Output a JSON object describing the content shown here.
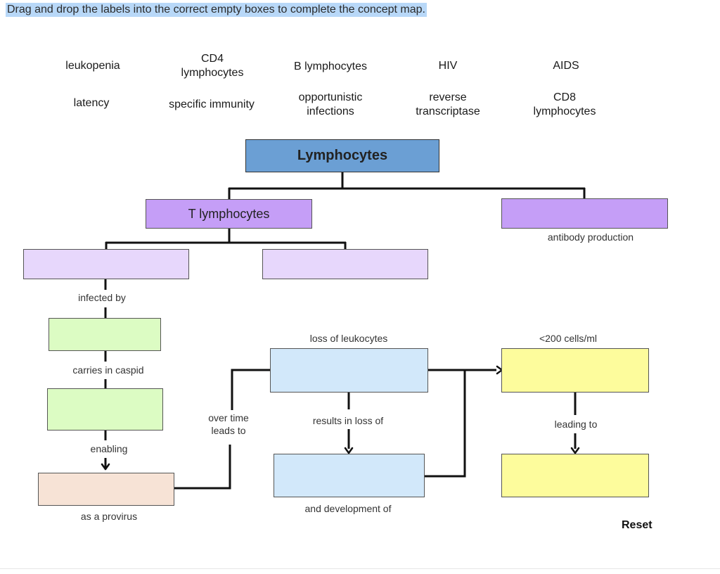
{
  "instruction": "Drag and drop the labels into the correct empty boxes to complete the concept map.",
  "labels": [
    "leukopenia",
    "CD4\nlymphocytes",
    "B lymphocytes",
    "HIV",
    "AIDS",
    "latency",
    "specific immunity",
    "opportunistic\ninfections",
    "reverse\ntranscriptase",
    "CD8\nlymphocytes"
  ],
  "nodes": {
    "root": "Lymphocytes",
    "t_lymphocytes": "T lymphocytes"
  },
  "connectors": {
    "antibody_production": "antibody production",
    "infected_by": "infected by",
    "carries_in_caspid": "carries in caspid",
    "enabling": "enabling",
    "as_a_provirus": "as a provirus",
    "over_time_leads_to": "over time\nleads to",
    "loss_of_leukocytes": "loss of leukocytes",
    "results_in_loss_of": "results in loss of",
    "and_development_of": "and development of",
    "cells_threshold": "<200 cells/ml",
    "leading_to": "leading to"
  },
  "reset_label": "Reset",
  "colors": {
    "root": "#6b9fd4",
    "level1": "#c59ef7",
    "level2": "#e7d7fc",
    "green": "#dcfcc3",
    "peach": "#f7e3d6",
    "blue": "#d2e8fa",
    "yellow": "#fdfc9c"
  }
}
